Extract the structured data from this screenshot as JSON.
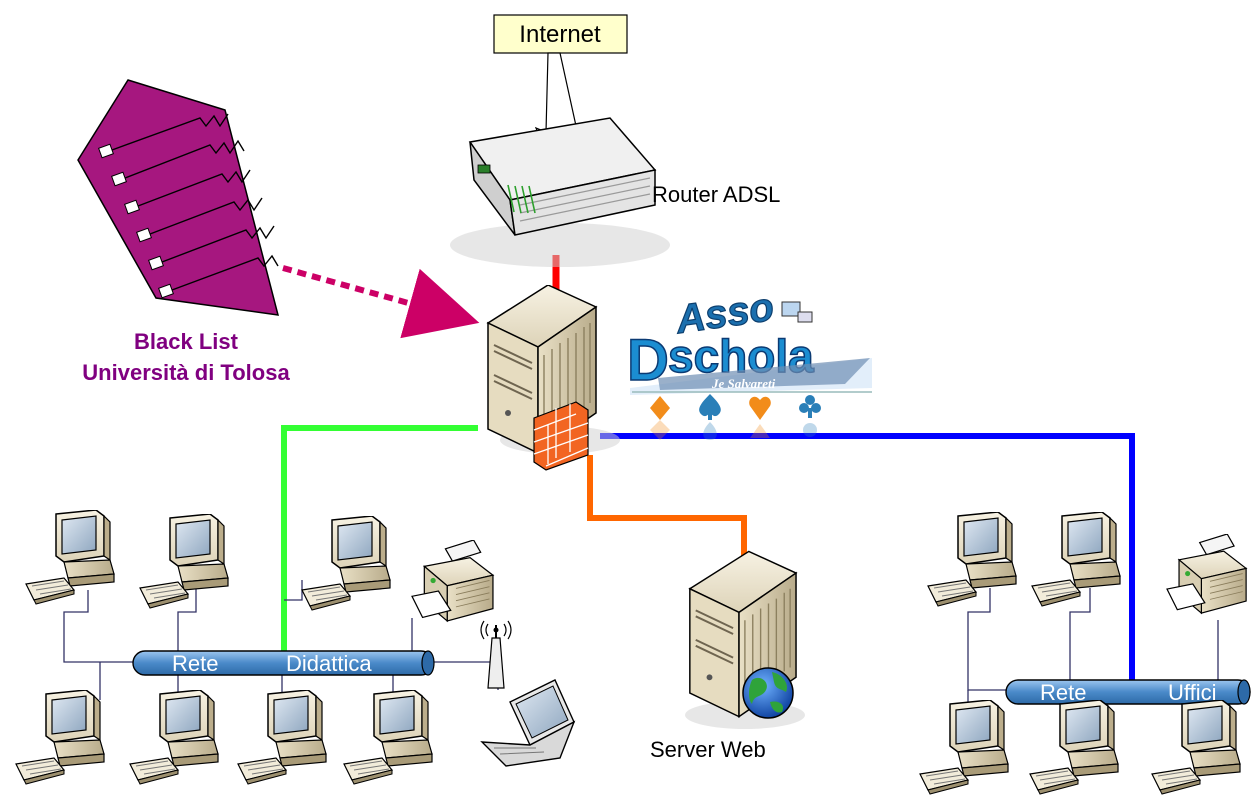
{
  "labels": {
    "internet": "Internet",
    "router": "Router ADSL",
    "blacklist_line1": "Black List",
    "blacklist_line2": "Università di Tolosa",
    "logo_word1": "Asso",
    "logo_word2": "schola",
    "logo_prefix": "D",
    "logo_tagline": "Je Salvareti",
    "server_web": "Server Web",
    "net_didattica_a": "Rete",
    "net_didattica_b": "Didattica",
    "net_uffici_a": "Rete",
    "net_uffici_b": "Uffici"
  },
  "colors": {
    "link_router": "#ff0000",
    "link_didattica": "#33ff33",
    "link_uffici": "#0000ff",
    "link_webserver": "#ff6600",
    "blacklist_arrow": "#cc0066",
    "blacklist_text": "#800080",
    "blacklist_paper": "#a6177f",
    "internet_box": "#ffffcc",
    "bus_fill": "#5b9bd5"
  },
  "icons": {
    "router": "router-icon",
    "firewall_server": "firewall-server-icon",
    "web_server": "web-server-icon",
    "printer": "printer-icon",
    "laptop": "laptop-icon",
    "wireless_ap": "wireless-ap-icon",
    "workstation": "workstation-icon",
    "blacklist": "checklist-icon"
  }
}
